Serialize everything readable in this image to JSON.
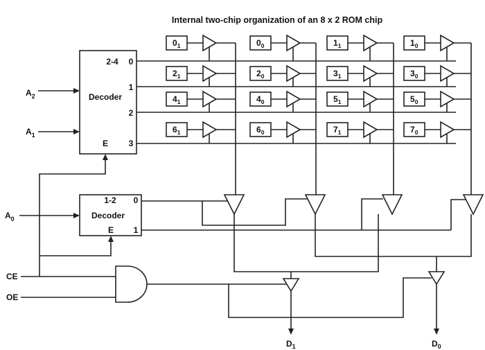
{
  "title": "Internal two-chip organization of an 8 x 2 ROM chip",
  "decoder_2_4": {
    "type_label": "2-4",
    "name": "Decoder",
    "outputs": [
      "0",
      "1",
      "2",
      "3"
    ],
    "enable": "E",
    "inputs": [
      {
        "name": "A",
        "sub": "2"
      },
      {
        "name": "A",
        "sub": "1"
      }
    ]
  },
  "decoder_1_2": {
    "type_label": "1-2",
    "name": "Decoder",
    "outputs": [
      "0",
      "1"
    ],
    "enable": "E",
    "inputs": [
      {
        "name": "A",
        "sub": "0"
      }
    ]
  },
  "control_inputs": [
    {
      "name": "CE"
    },
    {
      "name": "OE"
    }
  ],
  "memory_cells": [
    [
      {
        "n": "0",
        "s": "1"
      },
      {
        "n": "0",
        "s": "0"
      },
      {
        "n": "1",
        "s": "1"
      },
      {
        "n": "1",
        "s": "0"
      }
    ],
    [
      {
        "n": "2",
        "s": "1"
      },
      {
        "n": "2",
        "s": "0"
      },
      {
        "n": "3",
        "s": "1"
      },
      {
        "n": "3",
        "s": "0"
      }
    ],
    [
      {
        "n": "4",
        "s": "1"
      },
      {
        "n": "4",
        "s": "0"
      },
      {
        "n": "5",
        "s": "1"
      },
      {
        "n": "5",
        "s": "0"
      }
    ],
    [
      {
        "n": "6",
        "s": "1"
      },
      {
        "n": "6",
        "s": "0"
      },
      {
        "n": "7",
        "s": "1"
      },
      {
        "n": "7",
        "s": "0"
      }
    ]
  ],
  "outputs": [
    {
      "name": "D",
      "sub": "1"
    },
    {
      "name": "D",
      "sub": "0"
    }
  ]
}
